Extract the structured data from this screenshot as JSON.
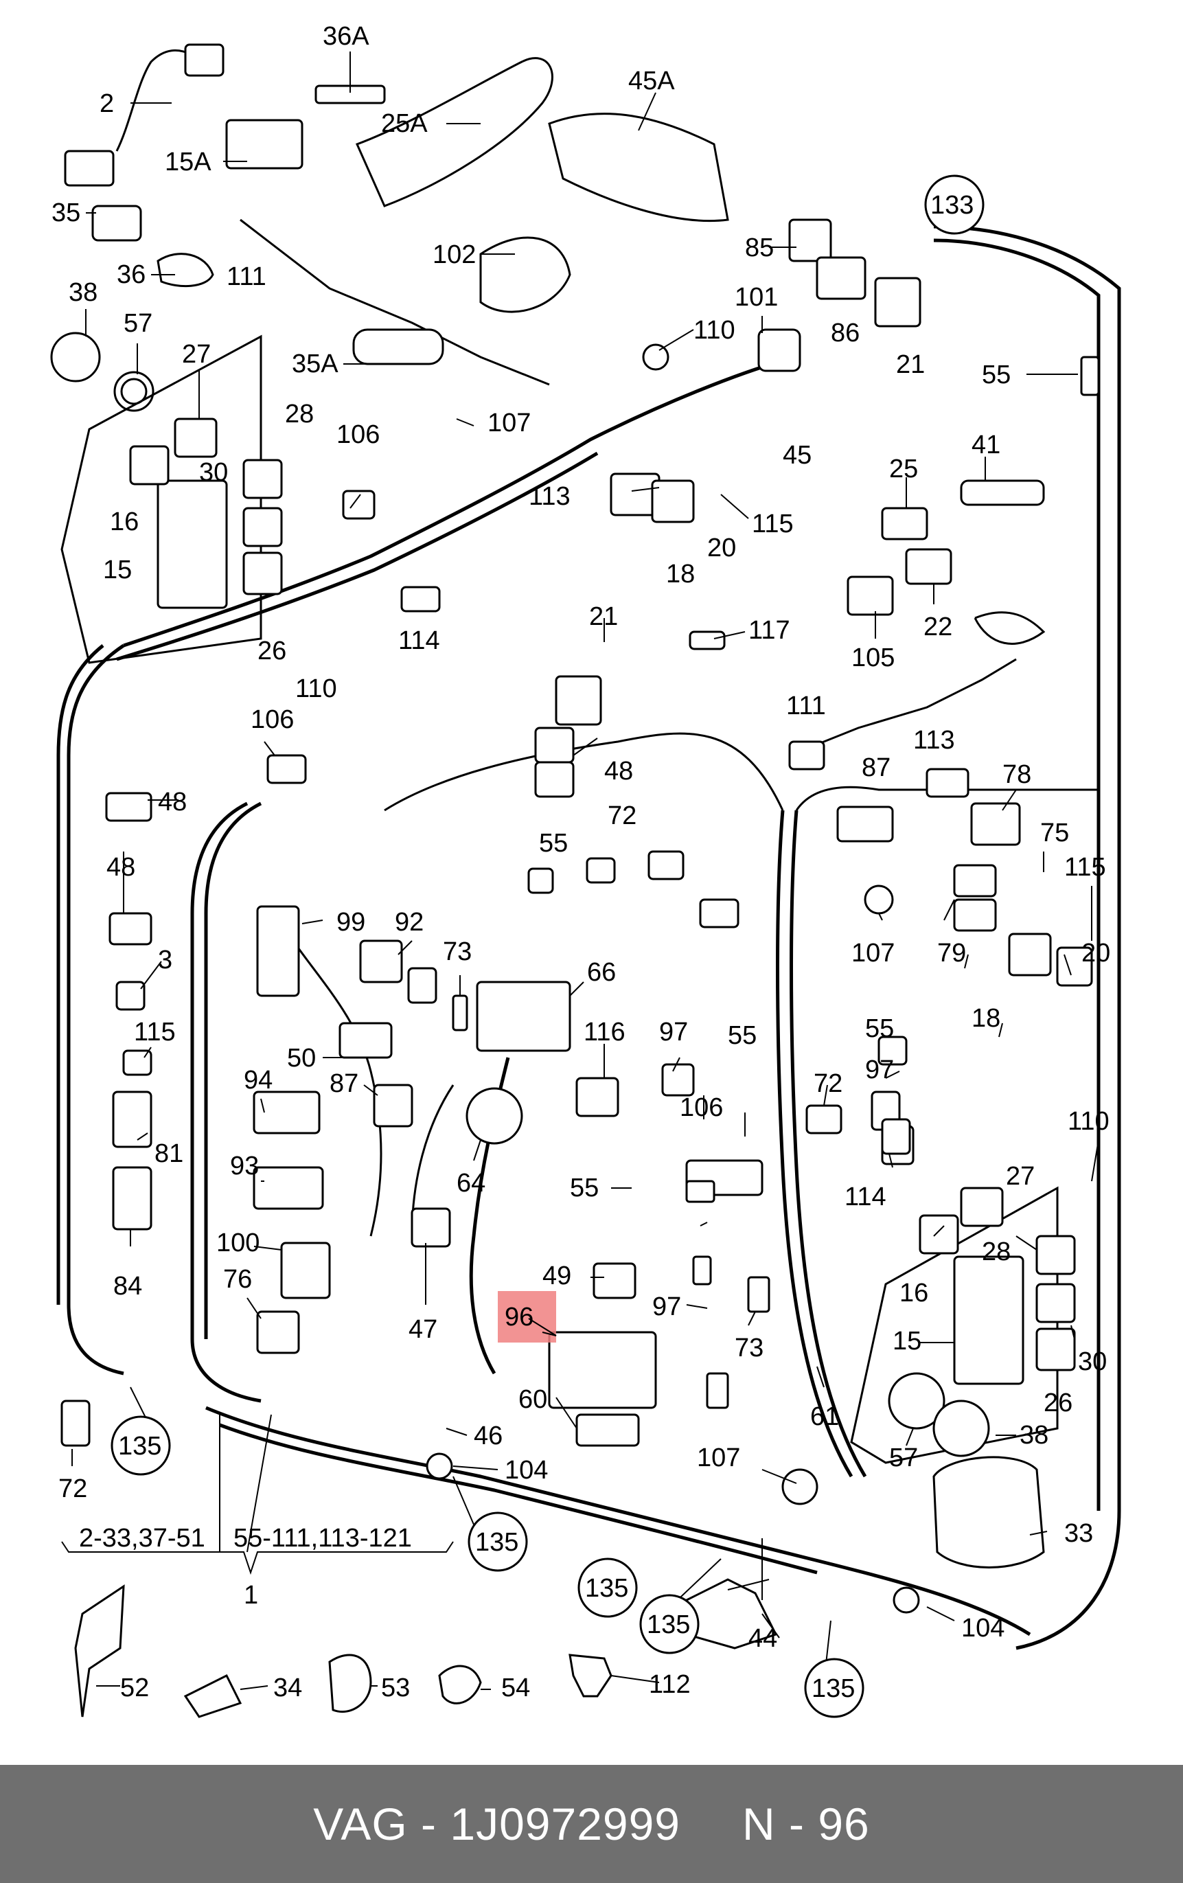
{
  "labels": {
    "l1": "1",
    "l2": "2",
    "l3": "3",
    "l15": "15",
    "l15b": "15",
    "l15a": "15A",
    "l16": "16",
    "l16b": "16",
    "l18": "18",
    "l18b": "18",
    "l20": "20",
    "l20b": "20",
    "l21": "21",
    "l21b": "21",
    "l22": "22",
    "l25": "25",
    "l25a": "25A",
    "l26": "26",
    "l26b": "26",
    "l27": "27",
    "l27b": "27",
    "l28": "28",
    "l28b": "28",
    "l30": "30",
    "l30b": "30",
    "l33": "33",
    "l34": "34",
    "l35": "35",
    "l35a": "35A",
    "l36": "36",
    "l36a": "36A",
    "l38": "38",
    "l38b": "38",
    "l41": "41",
    "l44": "44",
    "l45": "45",
    "l45a": "45A",
    "l46": "46",
    "l47": "47",
    "l48": "48",
    "l48b": "48",
    "l48c": "48",
    "l49": "49",
    "l50": "50",
    "l52": "52",
    "l53": "53",
    "l54": "54",
    "l55": "55",
    "l55b": "55",
    "l55c": "55",
    "l55d": "55",
    "l55e": "55",
    "l57": "57",
    "l57b": "57",
    "l60": "60",
    "l61": "61",
    "l64": "64",
    "l66": "66",
    "l72": "72",
    "l72b": "72",
    "l72c": "72",
    "l73": "73",
    "l73b": "73",
    "l75": "75",
    "l76": "76",
    "l78": "78",
    "l79": "79",
    "l81": "81",
    "l84": "84",
    "l85": "85",
    "l86": "86",
    "l87": "87",
    "l87b": "87",
    "l92": "92",
    "l93": "93",
    "l94": "94",
    "l96": "96",
    "l97": "97",
    "l97b": "97",
    "l97c": "97",
    "l99": "99",
    "l100": "100",
    "l101": "101",
    "l102": "102",
    "l104": "104",
    "l104b": "104",
    "l105": "105",
    "l106": "106",
    "l106b": "106",
    "l106c": "106",
    "l107": "107",
    "l107b": "107",
    "l107c": "107",
    "l110": "110",
    "l110b": "110",
    "l110c": "110",
    "l111": "111",
    "l111b": "111",
    "l112": "112",
    "l113": "113",
    "l113b": "113",
    "l114": "114",
    "l114b": "114",
    "l115": "115",
    "l115b": "115",
    "l115c": "115",
    "l116": "116",
    "l117": "117",
    "l133": "133",
    "l135a": "135",
    "l135b": "135",
    "l135c": "135",
    "l135d": "135",
    "l135e": "135",
    "range_left": "2-33,37-51",
    "range_right": "55-111,113-121"
  },
  "highlight": {
    "label": "96",
    "color": "#f08080"
  },
  "footer": {
    "part_number": "VAG - 1J0972999",
    "position": "N - 96"
  }
}
